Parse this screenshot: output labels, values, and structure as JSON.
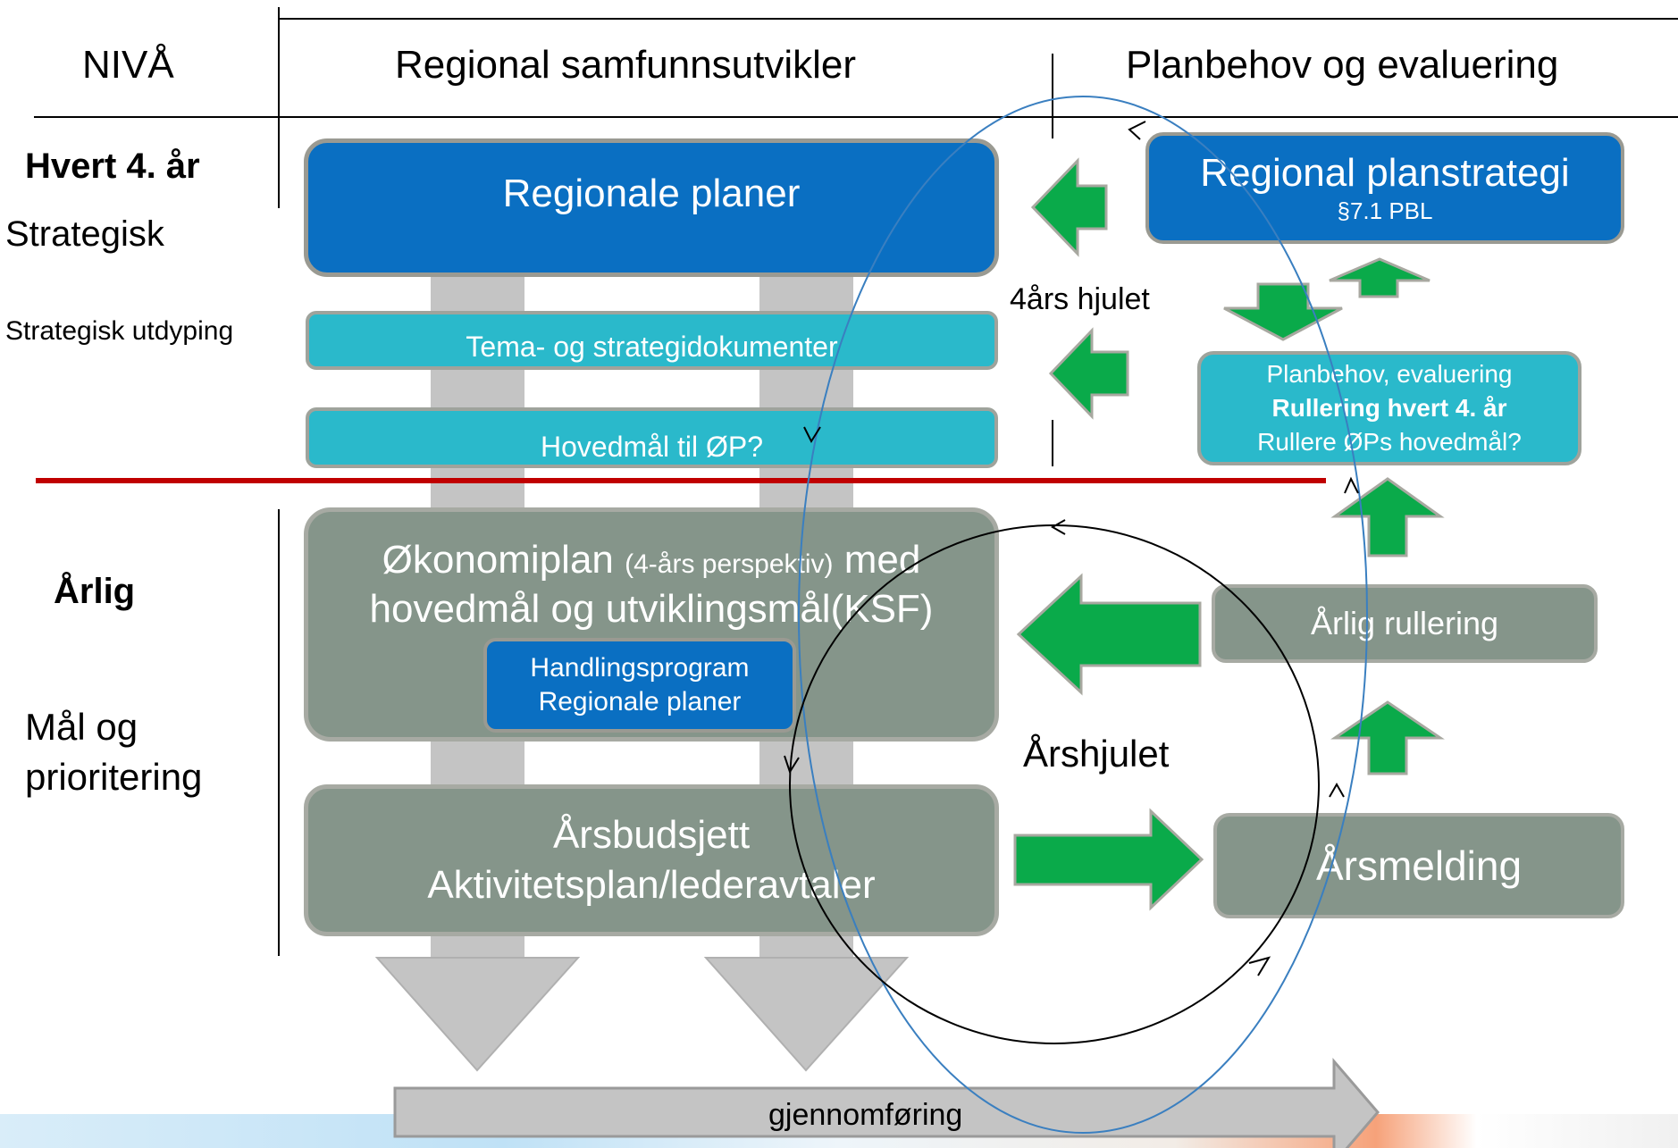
{
  "header": {
    "level": "NIVÅ",
    "column_middle": "Regional samfunnsutvikler",
    "column_right": "Planbehov og evaluering"
  },
  "levels": {
    "every4": "Hvert 4. år",
    "strategic": "Strategisk",
    "strategic_detail": "Strategisk utdyping",
    "annual": "Årlig",
    "goals_line1": "Mål og",
    "goals_line2": "prioritering"
  },
  "boxes": {
    "regional_plans": "Regionale planer",
    "theme_docs": "Tema- og strategidokumenter",
    "main_goals_op": "Hovedmål til ØP?",
    "econ_plan_a": "Økonomiplan ",
    "econ_plan_small": "(4-års perspektiv)",
    "econ_plan_b": " med",
    "econ_plan_line2": "hovedmål og utviklingsmål(KSF)",
    "action_program_1": "Handlingsprogram",
    "action_program_2": "Regionale planer",
    "annual_budget_1": "Årsbudsjett",
    "annual_budget_2": "Aktivitetsplan/lederavtaler",
    "planning_strategy": "Regional planstrategi",
    "planning_strategy_ref": "§7.1 PBL",
    "plan_needs_1": "Planbehov, evaluering",
    "plan_needs_2": "Rullering hvert 4. år",
    "plan_needs_3": "Rullere ØPs hovedmål?",
    "annual_rolling": "Årlig rullering",
    "annual_report": "Årsmelding"
  },
  "labels": {
    "four_year_wheel": "4års hjulet",
    "annual_wheel": "Årshjulet",
    "implementation": "gjennomføring"
  },
  "colors": {
    "blue_box": "#0a6fc2",
    "teal_box": "#2ab9cb",
    "grey_box": "#85958a",
    "green_arrow": "#0aaa4a",
    "red_divider": "#c00000",
    "cycle_blue": "#3a7fc0"
  }
}
